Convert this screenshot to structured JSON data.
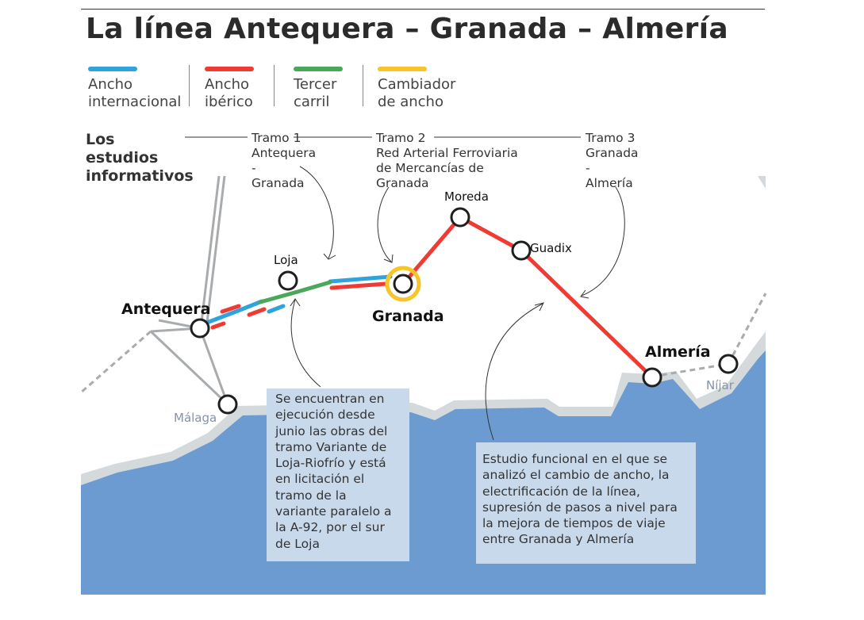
{
  "title": "La línea Antequera – Granada – Almería",
  "legend": [
    {
      "lines": [
        "Ancho",
        "internacional"
      ],
      "color": "#2fa3dc"
    },
    {
      "lines": [
        "Ancho",
        "ibérico"
      ],
      "color": "#ef3b33"
    },
    {
      "lines": [
        "Tercer",
        "carril"
      ],
      "color": "#4aa85a"
    },
    {
      "lines": [
        "Cambiador",
        "de ancho"
      ],
      "color": "#f6c52a"
    }
  ],
  "studies_title": [
    "Los",
    "estudios",
    "informativos"
  ],
  "tramos": [
    {
      "lines": [
        "Tramo 1",
        "Antequera",
        "-",
        "Granada"
      ]
    },
    {
      "lines": [
        "Tramo 2",
        "Red Arterial Ferroviaria",
        "de Mercancías de",
        "Granada"
      ]
    },
    {
      "lines": [
        "Tramo 3",
        "Granada",
        "-",
        "Almería"
      ]
    }
  ],
  "stations": {
    "antequera": "Antequera",
    "granada": "Granada",
    "almeria": "Almería",
    "loja": "Loja",
    "moreda": "Moreda",
    "guadix": "Guadix",
    "malaga": "Málaga",
    "nijar": "Níjar"
  },
  "notes": {
    "loja": [
      "Se encuentran en",
      "ejecución desde",
      "junio las obras del",
      "tramo Variante de",
      "Loja-Riofrío y está",
      "en licitación el",
      "tramo de la",
      "variante paralelo a",
      "la A-92, por el sur",
      "de Loja"
    ],
    "almeria": [
      "Estudio funcional en el que se",
      "analizó el cambio de ancho, la",
      "electrificación de la línea,",
      "supresión de pasos a nivel para",
      "la mejora de tiempos de viaje",
      "entre Granada y Almería"
    ]
  },
  "colors": {
    "sea": "#6b9bd1",
    "coast": "#d4d9db",
    "international": "#2fa3dc",
    "iberian": "#ef3b33",
    "third_rail": "#4aa85a",
    "gauge_changer": "#f6c52a",
    "other_rail": "#a9acae"
  }
}
